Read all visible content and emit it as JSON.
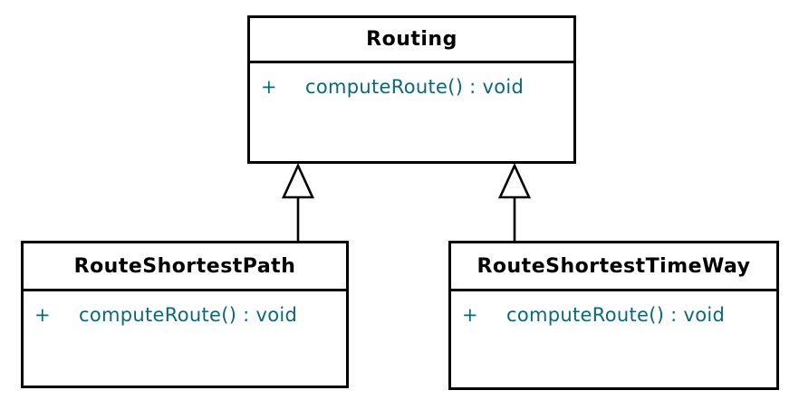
{
  "diagram": {
    "type": "uml-class-diagram",
    "background_color": "#ffffff",
    "border_color": "#000000",
    "title_text_color": "#000000",
    "method_text_color": "#0b6879",
    "classes": [
      {
        "name": "Routing",
        "method": {
          "visibility": "+",
          "signature": "computeRoute() : void"
        }
      },
      {
        "name": "RouteShortestPath",
        "method": {
          "visibility": "+",
          "signature": "computeRoute() : void"
        }
      },
      {
        "name": "RouteShortestTimeWay",
        "method": {
          "visibility": "+",
          "signature": "computeRoute() : void"
        }
      }
    ],
    "relationships": [
      {
        "type": "generalization",
        "from": "RouteShortestPath",
        "to": "Routing"
      },
      {
        "type": "generalization",
        "from": "RouteShortestTimeWay",
        "to": "Routing"
      }
    ]
  }
}
